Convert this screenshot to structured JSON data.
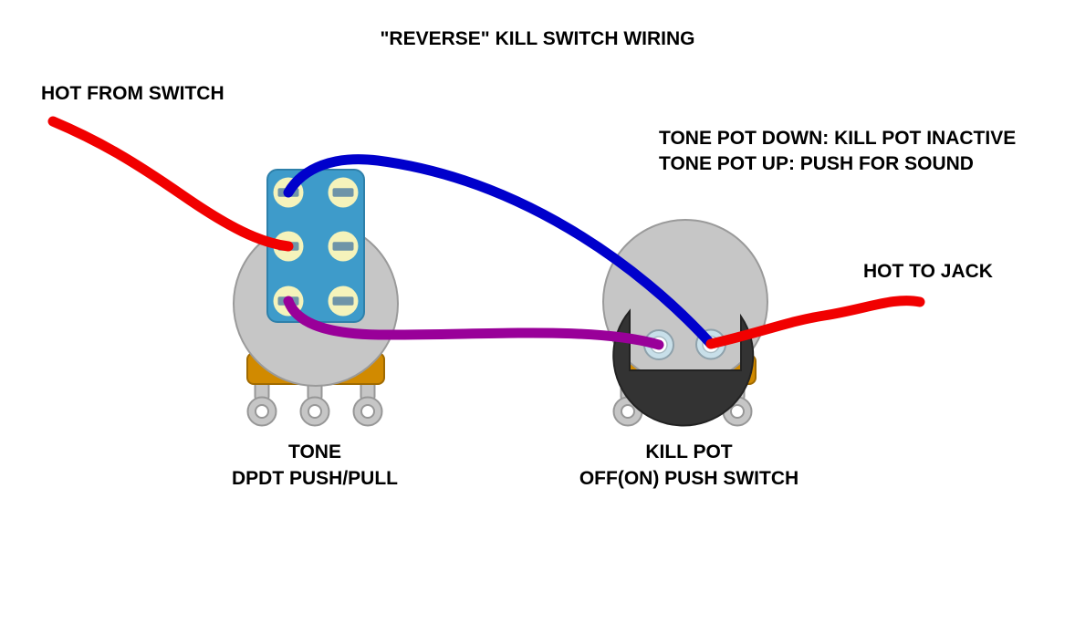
{
  "title": "\"REVERSE\" KILL SWITCH WIRING",
  "annotations": {
    "hot_from_switch": "HOT FROM SWITCH",
    "hot_to_jack": "HOT TO JACK",
    "note_line1": "TONE POT DOWN: KILL POT INACTIVE",
    "note_line2": "TONE POT UP: PUSH FOR SOUND"
  },
  "components": {
    "tone_pot": {
      "name": "TONE",
      "type": "DPDT PUSH/PULL"
    },
    "kill_pot": {
      "name": "KILL POT",
      "type": "OFF(ON) PUSH SWITCH"
    }
  },
  "colors": {
    "wire_red": "#f10000",
    "wire_blue": "#0000cc",
    "wire_purple": "#990099",
    "switch_body_blue": "#3e9bca",
    "lug_cream": "#f5f3bb",
    "lug_slot": "#6f94a8",
    "pot_gray": "#c6c6c6",
    "knob_black": "#333333",
    "base_orange": "#d18a00",
    "kill_lug_blue": "#c8dfe9",
    "text_black": "#000000",
    "background": "#ffffff"
  }
}
